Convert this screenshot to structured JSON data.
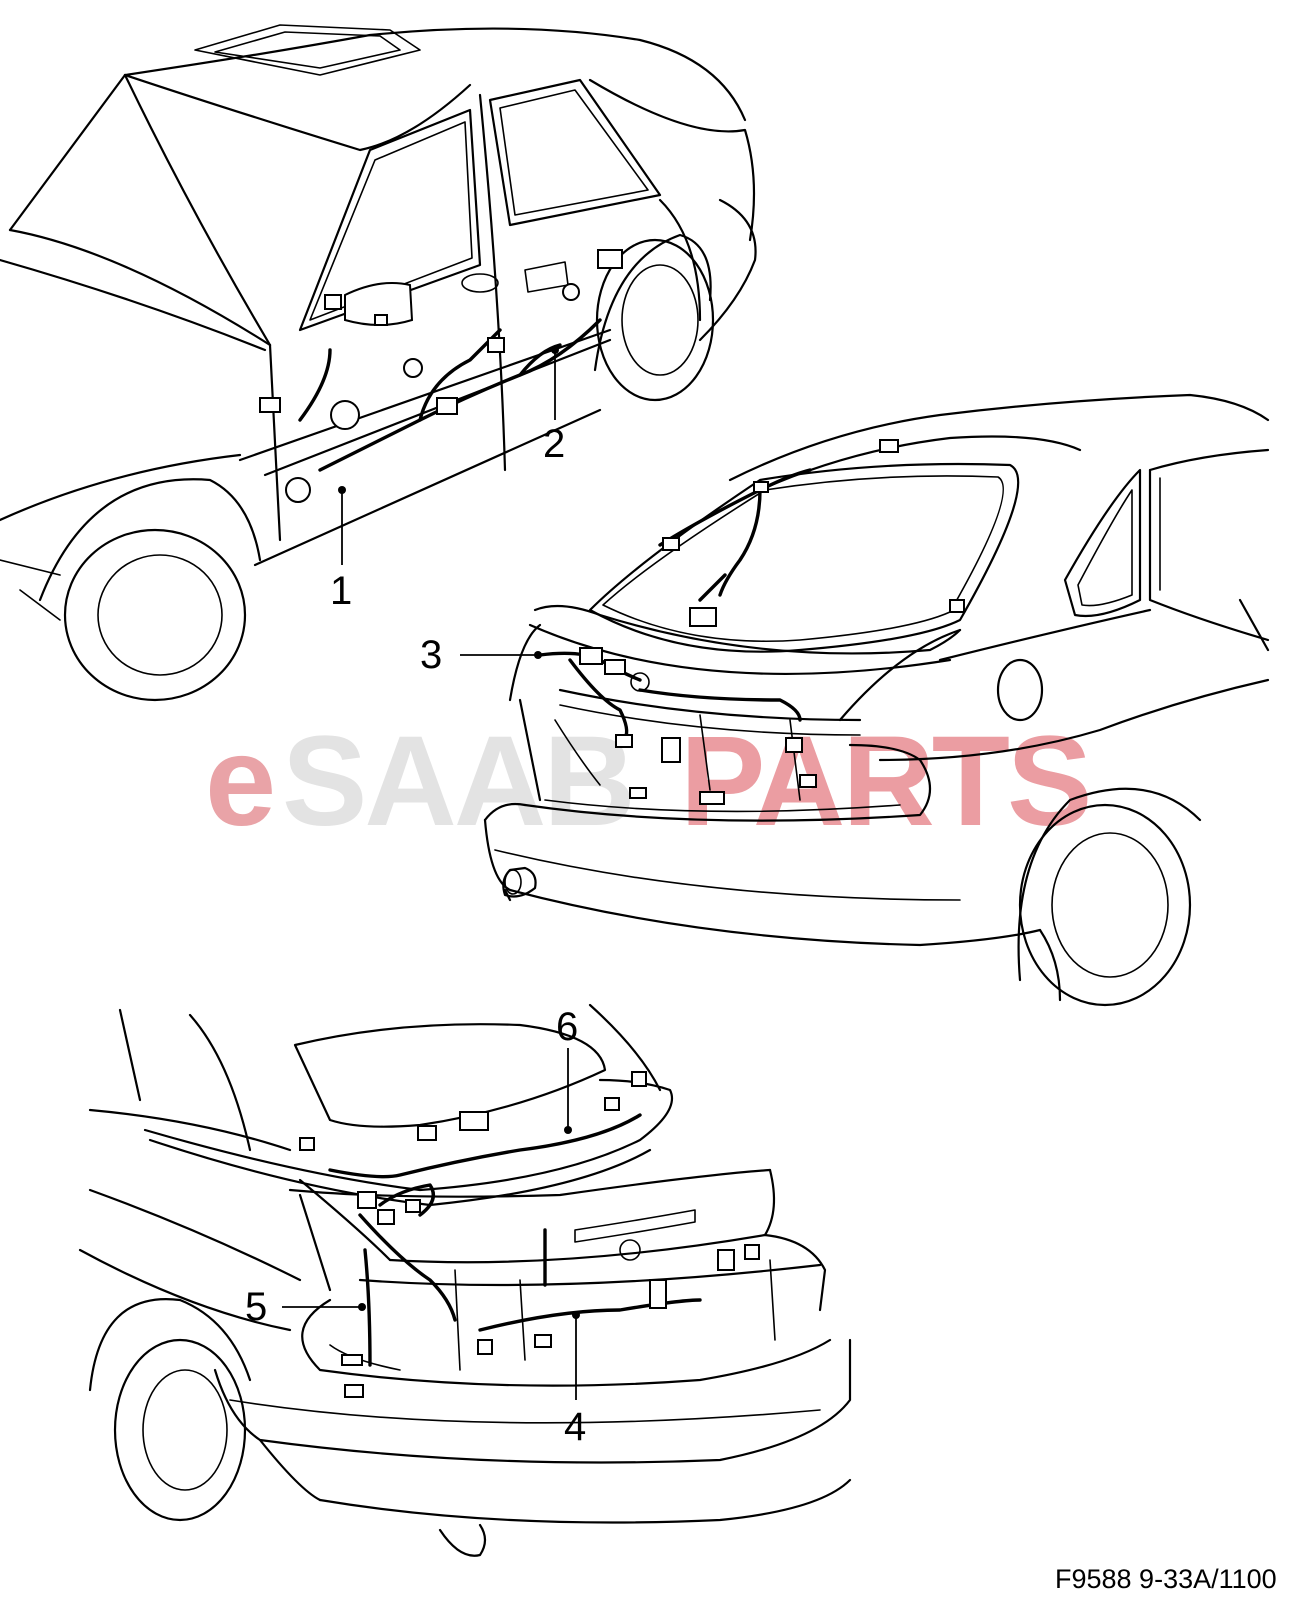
{
  "diagram": {
    "watermark": {
      "part1": "e",
      "part2": "SAAB",
      "part3": "PARTS"
    },
    "figure_reference": "F9588 9-33A/1100",
    "callouts": [
      {
        "id": "1",
        "label": "1"
      },
      {
        "id": "2",
        "label": "2"
      },
      {
        "id": "3",
        "label": "3"
      },
      {
        "id": "4",
        "label": "4"
      },
      {
        "id": "5",
        "label": "5"
      },
      {
        "id": "6",
        "label": "6"
      }
    ]
  },
  "colors": {
    "line": "#000000",
    "background": "#ffffff",
    "watermark_e": "#e9a3a7",
    "watermark_saab": "#e3e3e3",
    "watermark_parts": "#eb9da2"
  }
}
